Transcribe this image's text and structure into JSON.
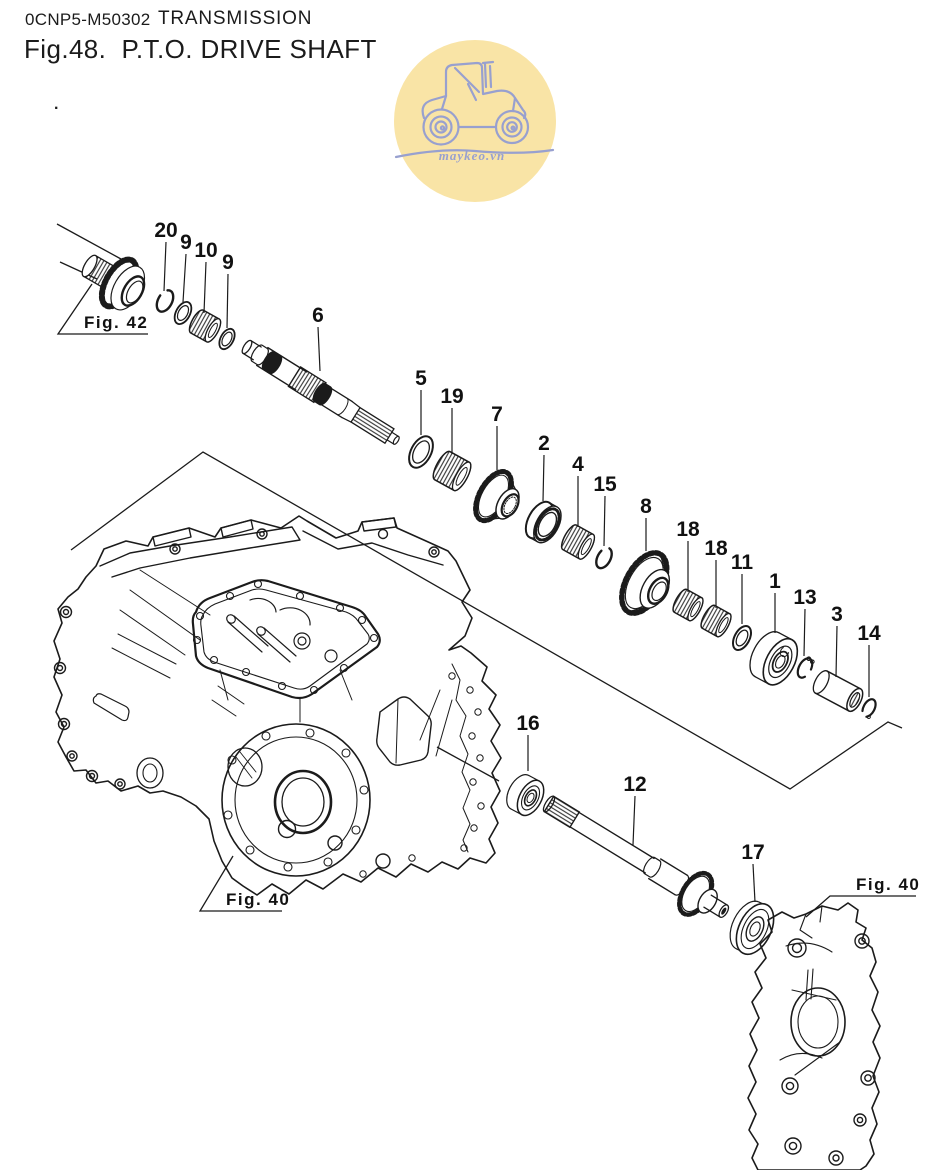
{
  "header": {
    "doc_code": "0CNP5-M50302",
    "section_title": "TRANSMISSION",
    "figure_title": "Fig.48.  P.T.O. DRIVE SHAFT",
    "stray_dot": "."
  },
  "watermark": {
    "site": "maykeo.vn"
  },
  "figure_references": {
    "fig42": "Fig. 42",
    "fig40_left": "Fig. 40",
    "fig40_right": "Fig. 40"
  },
  "callouts": [
    {
      "label": "20"
    },
    {
      "label": "9"
    },
    {
      "label": "10"
    },
    {
      "label": "9"
    },
    {
      "label": "6"
    },
    {
      "label": "5"
    },
    {
      "label": "19"
    },
    {
      "label": "7"
    },
    {
      "label": "2"
    },
    {
      "label": "4"
    },
    {
      "label": "15"
    },
    {
      "label": "8"
    },
    {
      "label": "18"
    },
    {
      "label": "18"
    },
    {
      "label": "11"
    },
    {
      "label": "1"
    },
    {
      "label": "13"
    },
    {
      "label": "3"
    },
    {
      "label": "14"
    },
    {
      "label": "16"
    },
    {
      "label": "12"
    },
    {
      "label": "17"
    }
  ],
  "colors": {
    "diagram_line": "#1b1b1b",
    "watermark_bg": "#F9E4A6",
    "watermark_line": "#98A0CF"
  }
}
